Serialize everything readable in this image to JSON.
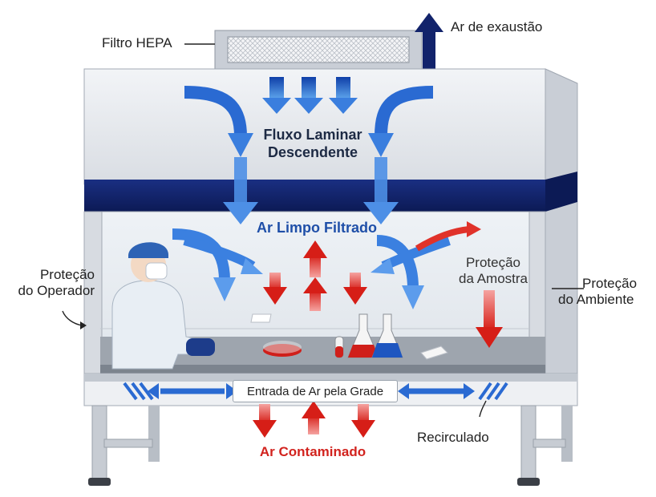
{
  "labels": {
    "hepa_filter": "Filtro HEPA",
    "exhaust_air": "Ar de exaustão",
    "downflow_line1": "Fluxo Laminar",
    "downflow_line2": "Descendente",
    "clean_air": "Ar Limpo Filtrado",
    "operator_protection_line1": "Proteção",
    "operator_protection_line2": "do Operador",
    "sample_protection_line1": "Proteção",
    "sample_protection_line2": "da Amostra",
    "environment_protection_line1": "Proteção",
    "environment_protection_line2": "do Ambiente",
    "grille_intake": "Entrada de Ar pela Grade",
    "recirculated": "Recirculado",
    "contaminated_air": "Ar Contaminado"
  },
  "colors": {
    "clean_air_blue": "#1f5fc8",
    "contaminated_red": "#d92a20",
    "cabinet_navy": "#12236b",
    "cabinet_grey": "#e4e7eb",
    "text_dark": "#222222"
  },
  "icons": {
    "operator": "lab-worker-icon",
    "flask_red": "erlenmeyer-flask-icon",
    "flask_blue": "erlenmeyer-flask-icon",
    "petri_dish": "petri-dish-icon",
    "test_tube": "test-tube-icon"
  }
}
